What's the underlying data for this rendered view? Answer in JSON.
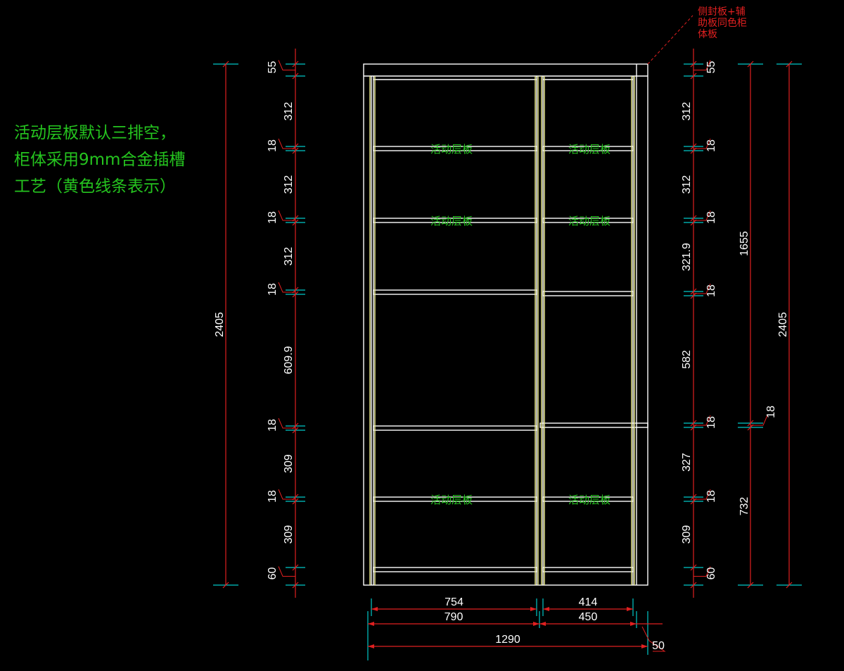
{
  "note": {
    "lines": [
      "活动层板默认三排空，",
      "柜体采用9mm合金插槽",
      "工艺（黄色线条表示）"
    ]
  },
  "side_panel_note": {
    "lines": [
      "侧封板+辅",
      "助板同色柜",
      "体板"
    ]
  },
  "shelf_label": "活动层板",
  "dimensions": {
    "left_total": "2405",
    "left_chain": [
      "55",
      "312",
      "18",
      "312",
      "18",
      "312",
      "18",
      "609.9",
      "18",
      "309",
      "18",
      "309",
      "60"
    ],
    "right_chain": [
      "55",
      "312",
      "18",
      "312",
      "18",
      "321.9",
      "18",
      "582",
      "18",
      "327",
      "18",
      "309",
      "60"
    ],
    "right_mid": [
      "1655",
      "18",
      "732"
    ],
    "right_total": "2405",
    "bottom": {
      "left_inner": "754",
      "right_inner": "414",
      "left_outer": "790",
      "right_outer": "450",
      "total": "1290",
      "side": "50"
    }
  },
  "colors": {
    "background": "#000000",
    "frame": "#ffffff",
    "slot": "#e6e68c",
    "dimension": "#e02020",
    "extension": "#00c8c8",
    "note_text": "#25c41f"
  }
}
